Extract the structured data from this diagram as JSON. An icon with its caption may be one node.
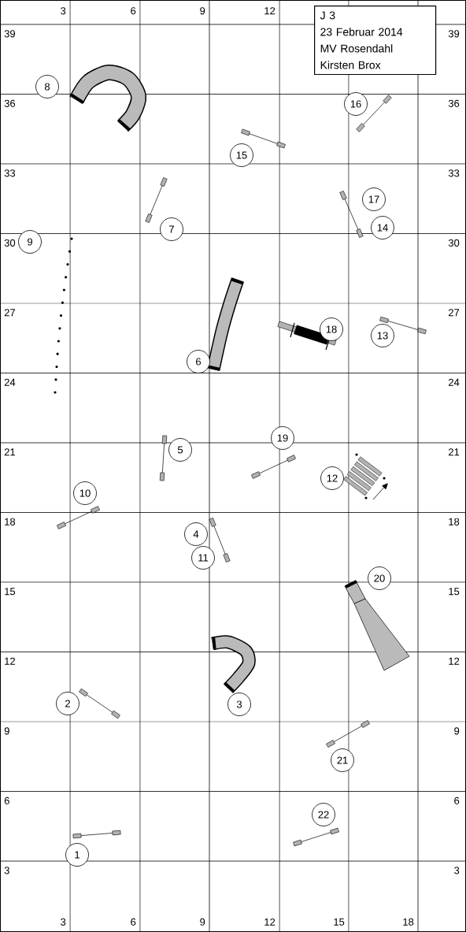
{
  "diagram": {
    "nodes": [
      {
        "text": [
          "J 3",
          "23 Februar 2014",
          "MV Rosendahl",
          "Kirsten Brox"
        ]
      },
      {
        "text": [
          "1"
        ]
      },
      {
        "text": [
          "2"
        ]
      },
      {
        "text": [
          "3"
        ]
      },
      {
        "text": [
          "4"
        ]
      },
      {
        "text": [
          "5"
        ]
      },
      {
        "text": [
          "6"
        ]
      },
      {
        "text": [
          "7"
        ]
      },
      {
        "text": [
          "8"
        ]
      },
      {
        "text": [
          "9"
        ]
      },
      {
        "text": [
          "10"
        ]
      },
      {
        "text": [
          "11"
        ]
      },
      {
        "text": [
          "12"
        ]
      },
      {
        "text": [
          "13"
        ]
      },
      {
        "text": [
          "14"
        ]
      },
      {
        "text": [
          "15"
        ]
      },
      {
        "text": [
          "16"
        ]
      },
      {
        "text": [
          "17"
        ]
      },
      {
        "text": [
          "18"
        ]
      },
      {
        "text": [
          "19"
        ]
      },
      {
        "text": [
          "20"
        ]
      },
      {
        "text": [
          "21"
        ]
      },
      {
        "text": [
          "22"
        ]
      }
    ],
    "labels": [
      "3",
      "6",
      "9",
      "12",
      "39",
      "39",
      "36",
      "36",
      "33",
      "33",
      "30",
      "30",
      "27",
      "27",
      "24",
      "24",
      "21",
      "21",
      "18",
      "18",
      "15",
      "15",
      "12",
      "12",
      "9",
      "9",
      "6",
      "6",
      "3",
      "3",
      "3",
      "6",
      "9",
      "12",
      "15",
      "18"
    ]
  }
}
